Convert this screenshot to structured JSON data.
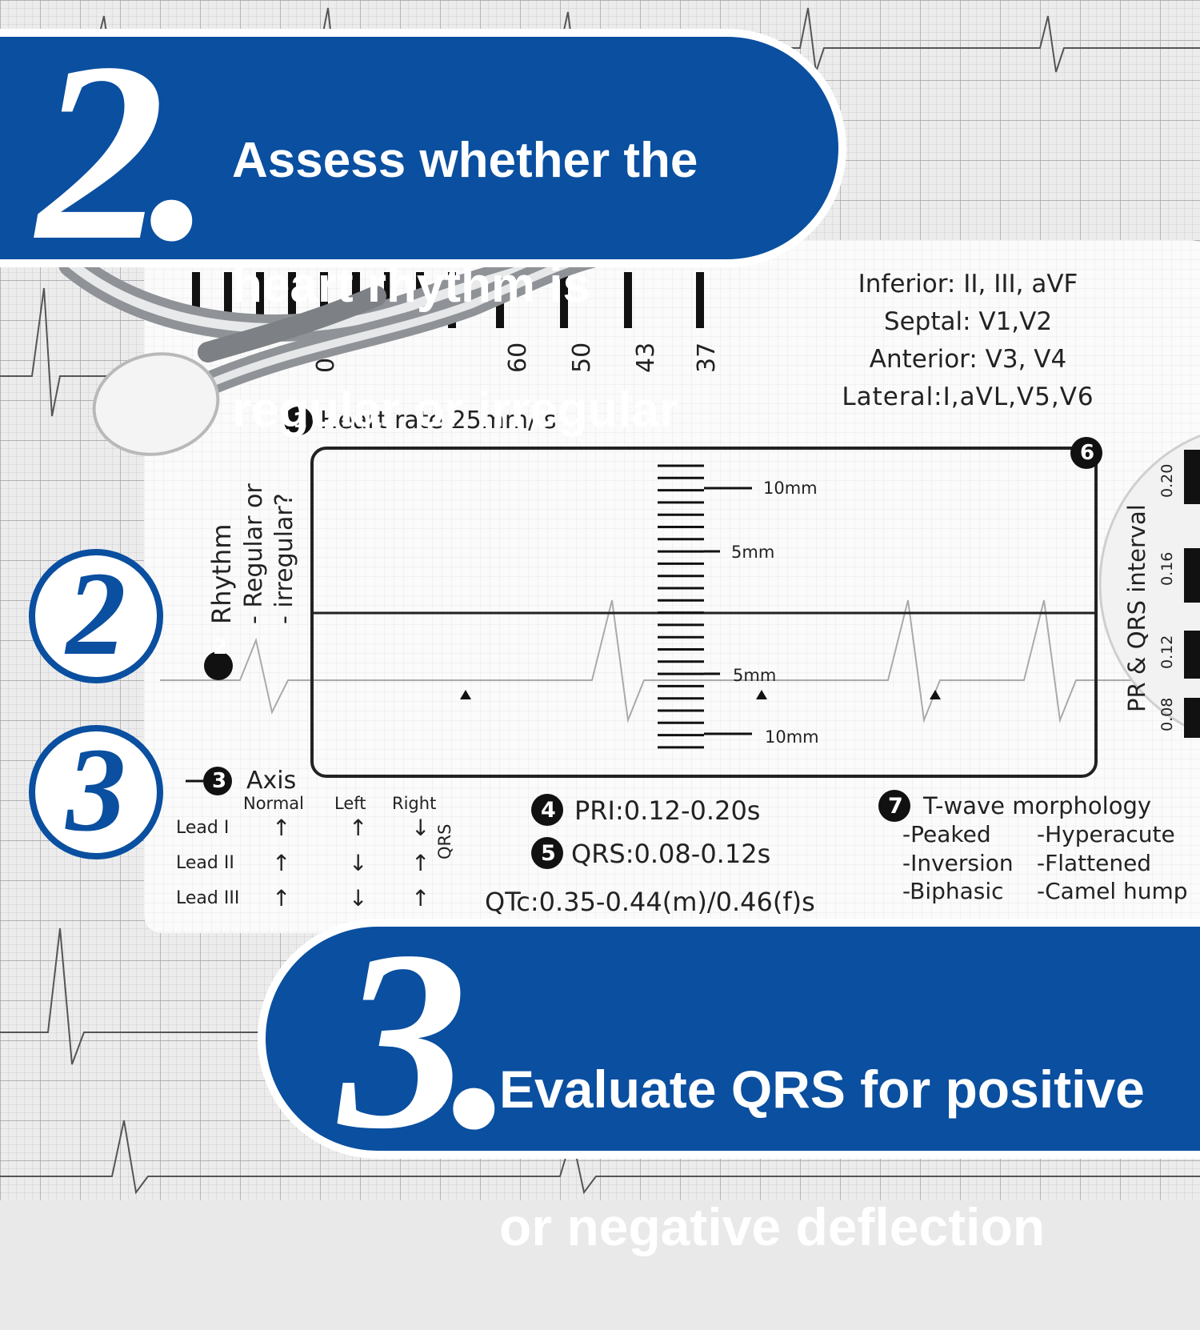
{
  "banner_top": {
    "number": "2.",
    "lines": [
      "Assess whether the",
      "heart rhythm is",
      "regular or irregular"
    ]
  },
  "banner_bottom": {
    "number": "3.",
    "lines": [
      "Evaluate QRS for positive",
      "or negative deflection"
    ]
  },
  "circles": {
    "step2": "2",
    "step3": "3"
  },
  "card": {
    "rate_numbers": [
      "0",
      "0",
      "60",
      "50",
      "43",
      "37"
    ],
    "heart_rate_label": "Heart rate 25mm/ s",
    "leads": [
      "Inferior: II, III, aVF",
      "Septal: V1,V2",
      "Anterior: V3, V4",
      "Lateral:I,aVL,V5,V6"
    ],
    "rhythm_label": "Rhythm",
    "rhythm_sub1": "- Regular or",
    "rhythm_sub2": "- irregular?",
    "scale": {
      "top_10": "10mm",
      "top_5": "5mm",
      "bottom_5": "5mm",
      "bottom_10": "10mm"
    },
    "box_step": "6",
    "axis": {
      "title": "Axis",
      "columns": [
        "Normal",
        "Left",
        "Right"
      ],
      "rows": [
        {
          "lead": "Lead I",
          "arrows": [
            "↑",
            "↑",
            "↓"
          ]
        },
        {
          "lead": "Lead II",
          "arrows": [
            "↑",
            "↓",
            "↑"
          ]
        },
        {
          "lead": "Lead III",
          "arrows": [
            "↑",
            "↓",
            "↑"
          ]
        }
      ],
      "side_label": "QRS"
    },
    "pri": "PRI:0.12-0.20s",
    "qrs": "QRS:0.08-0.12s",
    "qtc": "QTc:0.35-0.44(m)/0.46(f)s",
    "twave": {
      "title": "T-wave morphology",
      "left": [
        "-Peaked",
        "-Inversion",
        "-Biphasic"
      ],
      "right": [
        "-Hyperacute",
        "-Flattened",
        "-Camel hump"
      ]
    },
    "interval_label": "PR & QRS interval",
    "interval_ticks": [
      "0.08",
      "0.12",
      "0.16",
      "0.20"
    ],
    "step_numbers": [
      "1",
      "2",
      "3",
      "4",
      "5",
      "7"
    ]
  },
  "colors": {
    "brand_blue": "#0a4fa0",
    "white": "#ffffff"
  }
}
